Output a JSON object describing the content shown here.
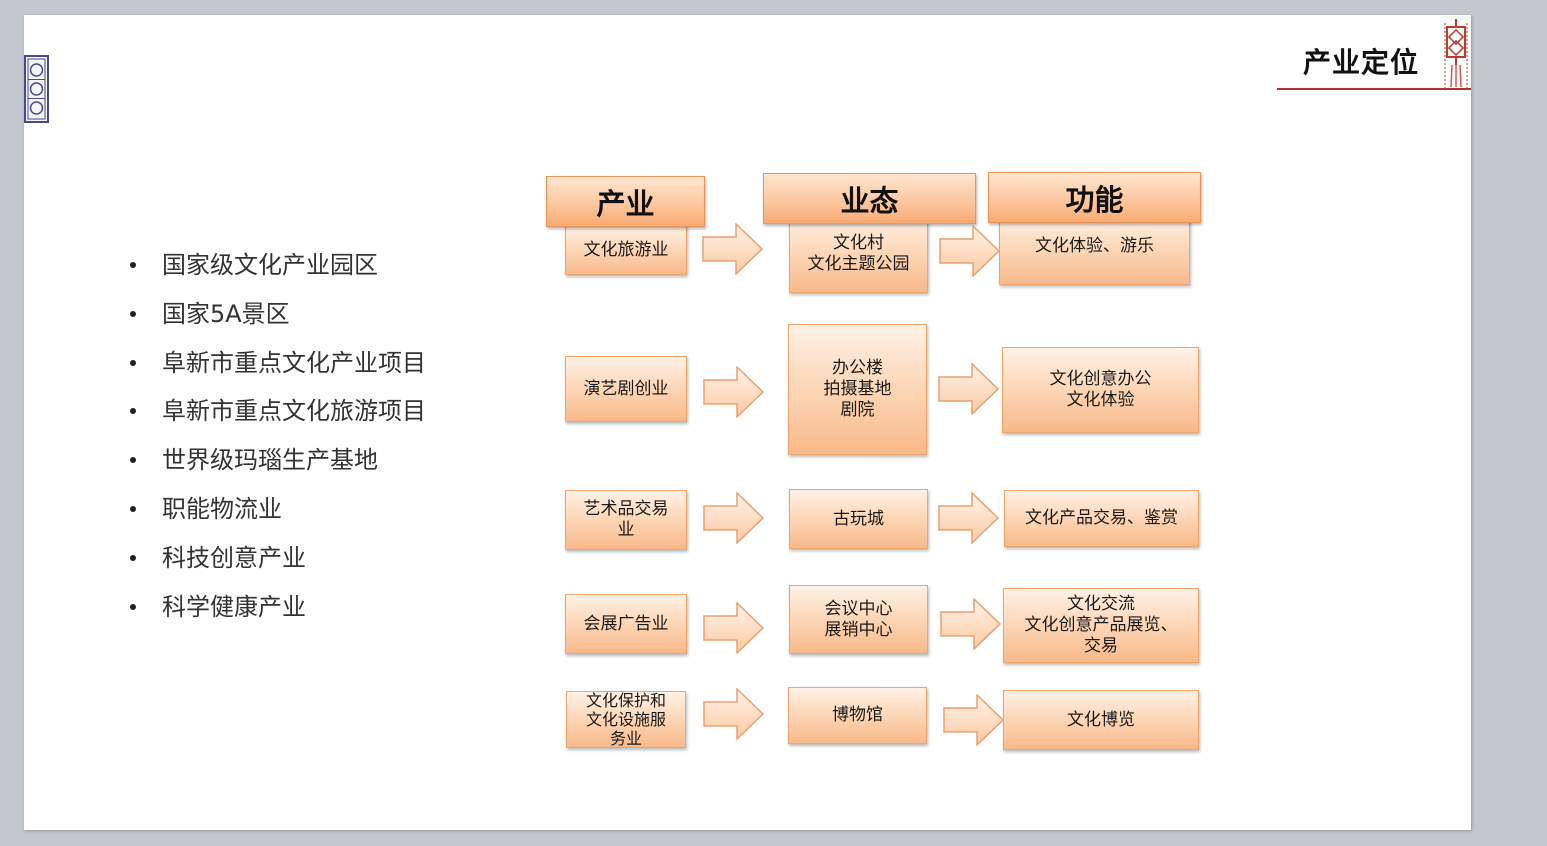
{
  "page_title": "产业定位",
  "bullets": [
    "国家级文化产业园区",
    "国家5A景区",
    "阜新市重点文化产业项目",
    "阜新市重点文化旅游项目",
    "世界级玛瑙生产基地",
    "职能物流业",
    "科技创意产业",
    "科学健康产业"
  ],
  "diagram": {
    "headers": {
      "industry": "产业",
      "format": "业态",
      "function": "功能"
    },
    "rows": [
      {
        "industry": "文化旅游业",
        "format": "文化村\n文化主题公园",
        "function": "文化体验、游乐"
      },
      {
        "industry": "演艺剧创业",
        "format": "办公楼\n拍摄基地\n剧院",
        "function": "文化创意办公\n文化体验"
      },
      {
        "industry": "艺术品交易\n业",
        "format": "古玩城",
        "function": "文化产品交易、鉴赏"
      },
      {
        "industry": "会展广告业",
        "format": "会议中心\n展销中心",
        "function": "文化交流\n文化创意产品展览、\n交易"
      },
      {
        "industry": "文化保护和\n文化设施服\n务业",
        "format": "博物馆",
        "function": "文化博览"
      }
    ]
  },
  "colors": {
    "box_fill": "#fcd3b1",
    "box_border": "#eea56e",
    "title_rule": "#b03030",
    "lattice_icon": "#4a4a8a"
  }
}
